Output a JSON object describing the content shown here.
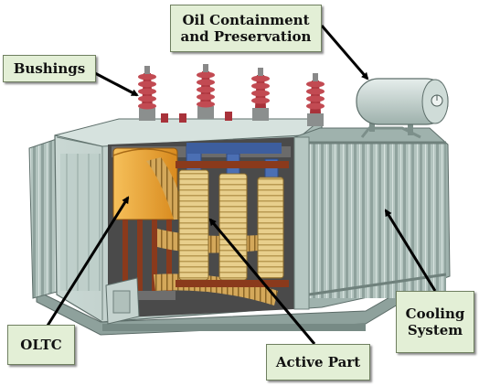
{
  "labels": {
    "bushings": "Bushings",
    "oil_line1": "Oil Containment",
    "oil_line2": "and Preservation",
    "oltc": "OLTC",
    "active_part": "Active Part",
    "cooling_line1": "Cooling",
    "cooling_line2": "System"
  },
  "colors": {
    "label_fill": "#e3efd6",
    "tank": "#b9cbc6",
    "radiator": "#a9bcb7",
    "bushing": "#a8323a",
    "oltc": "#f0a93a",
    "coil_copper": "#e2c47c",
    "core": "#4b6fb3",
    "arrow": "#000000"
  }
}
